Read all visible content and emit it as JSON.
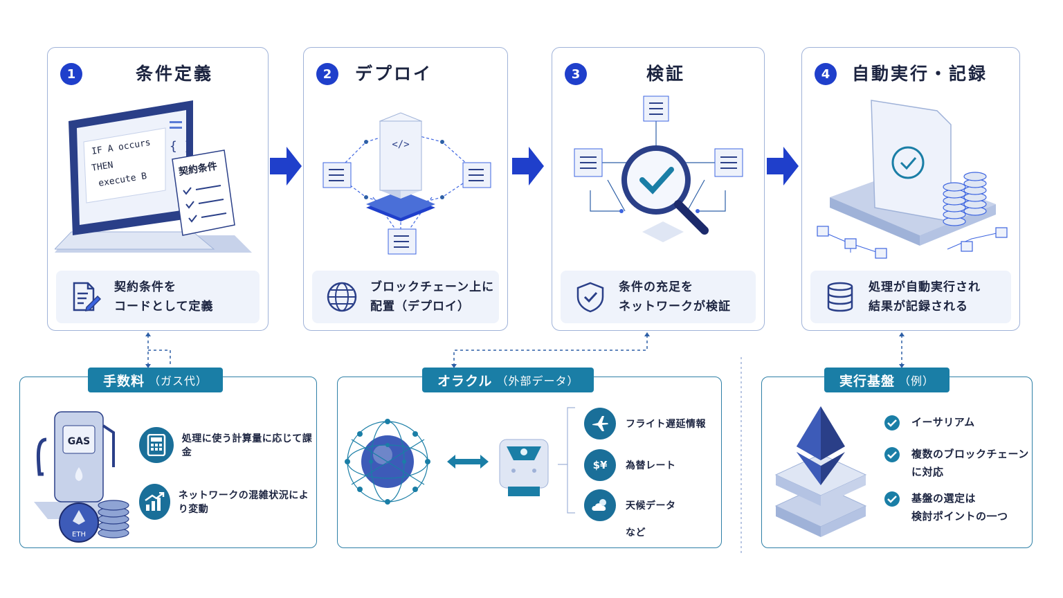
{
  "steps": [
    {
      "num": "1",
      "title": "条件定義",
      "code_lines": [
        "IF A occurs",
        "THEN",
        "execute B"
      ],
      "doc_label": "契約条件",
      "desc_lines": [
        "契約条件を",
        "コードとして定義"
      ],
      "icon": "document-edit-icon"
    },
    {
      "num": "2",
      "title": "デプロイ",
      "desc_lines": [
        "ブロックチェーン上に",
        "配置（デプロイ）"
      ],
      "icon": "globe-icon"
    },
    {
      "num": "3",
      "title": "検証",
      "desc_lines": [
        "条件の充足を",
        "ネットワークが検証"
      ],
      "icon": "shield-check-icon"
    },
    {
      "num": "4",
      "title": "自動実行・記録",
      "desc_lines": [
        "処理が自動実行され",
        "結果が記録される"
      ],
      "icon": "database-icon"
    }
  ],
  "gas": {
    "tag": "手数料",
    "tag_sub": "（ガス代）",
    "pump_label": "GAS",
    "coin_label": "ETH",
    "items": [
      {
        "text": "処理に使う計算量に応じて課金",
        "icon": "calculator-icon"
      },
      {
        "text": "ネットワークの混雑状況により変動",
        "icon": "chart-up-icon"
      }
    ]
  },
  "oracle": {
    "tag": "オラクル",
    "tag_sub": "（外部データ）",
    "items": [
      {
        "text": "フライト遅延情報",
        "icon": "airplane-icon"
      },
      {
        "text": "為替レート",
        "icon": "currency-icon"
      },
      {
        "text": "天候データ",
        "icon": "weather-icon"
      }
    ],
    "more": "など"
  },
  "platform": {
    "tag": "実行基盤",
    "tag_sub": "（例）",
    "items": [
      {
        "lines": [
          "イーサリアム"
        ]
      },
      {
        "lines": [
          "複数のブロックチェーン",
          "に対応"
        ]
      },
      {
        "lines": [
          "基盤の選定は",
          "検討ポイントの一つ"
        ]
      }
    ]
  },
  "colors": {
    "accent": "#1f3fcb",
    "teal": "#1a7ea6",
    "border": "#9fb2d8",
    "light": "#eff3fb"
  }
}
